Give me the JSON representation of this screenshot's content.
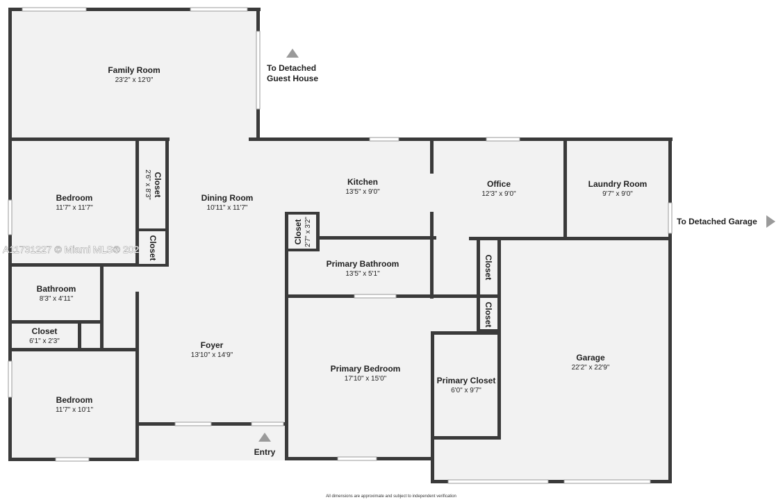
{
  "rooms": {
    "family_room": {
      "name": "Family Room",
      "dim": "23'2\" x 12'0\""
    },
    "bedroom_1": {
      "name": "Bedroom",
      "dim": "11'7\" x 11'7\""
    },
    "closet_1": {
      "name": "Closet",
      "dim": "2'6\" x 8'3\""
    },
    "closet_2": {
      "name": "Closet",
      "dim": ""
    },
    "dining_room": {
      "name": "Dining Room",
      "dim": "10'11\" x 11'7\""
    },
    "kitchen": {
      "name": "Kitchen",
      "dim": "13'5\" x 9'0\""
    },
    "office": {
      "name": "Office",
      "dim": "12'3\" x 9'0\""
    },
    "laundry_room": {
      "name": "Laundry Room",
      "dim": "9'7\" x 9'0\""
    },
    "closet_3": {
      "name": "Closet",
      "dim": "2'7\" x 3'2\""
    },
    "primary_bathroom": {
      "name": "Primary Bathroom",
      "dim": "13'5\" x 5'1\""
    },
    "closet_4": {
      "name": "Closet",
      "dim": ""
    },
    "closet_5": {
      "name": "Closet",
      "dim": ""
    },
    "bathroom": {
      "name": "Bathroom",
      "dim": "8'3\" x 4'11\""
    },
    "closet_6": {
      "name": "Closet",
      "dim": "6'1\" x 2'3\""
    },
    "bedroom_2": {
      "name": "Bedroom",
      "dim": "11'7\" x 10'1\""
    },
    "foyer": {
      "name": "Foyer",
      "dim": "13'10\" x 14'9\""
    },
    "primary_bedroom": {
      "name": "Primary Bedroom",
      "dim": "17'10\" x 15'0\""
    },
    "primary_closet": {
      "name": "Primary Closet",
      "dim": "6'0\" x 9'7\""
    },
    "garage": {
      "name": "Garage",
      "dim": "22'2\" x 22'9\""
    }
  },
  "labels": {
    "guest_house_line1": "To Detached",
    "guest_house_line2": "Guest House",
    "detached_garage": "To Detached Garage",
    "entry": "Entry"
  },
  "watermark": "A11731227 © Miami MLS® 202",
  "disclaimer": "All dimensions are approximate and subject to independent verification",
  "colors": {
    "wall": "#3a3a3a",
    "floor": "#f2f2f2",
    "arrow": "#9a9a9a"
  }
}
